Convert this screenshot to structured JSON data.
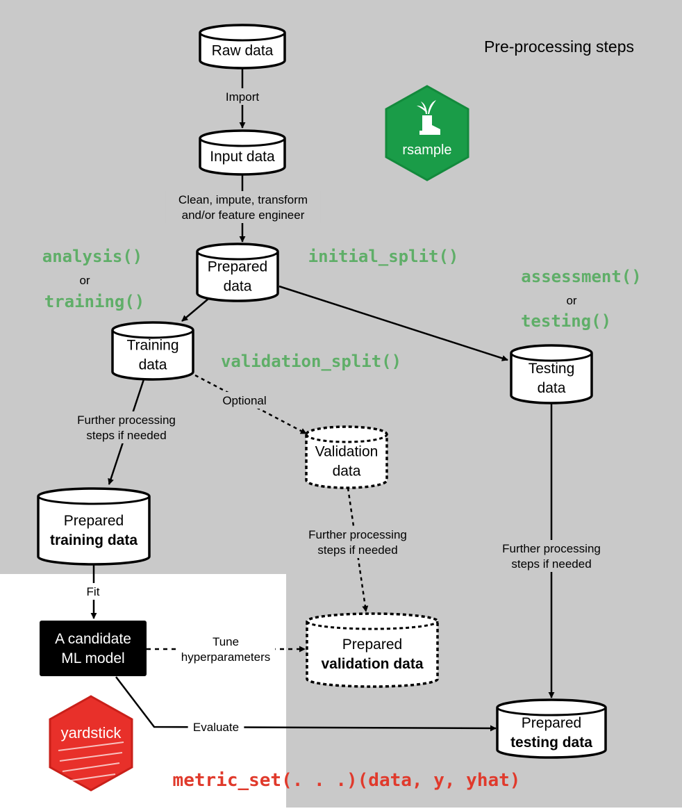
{
  "section_title": "Pre-processing steps",
  "logos": {
    "rsample": {
      "label": "rsample",
      "color": "#1a9c48",
      "icon": "boot-sprout-icon"
    },
    "yardstick": {
      "label": "yardstick",
      "color": "#e8302a",
      "icon": "football-field-icon"
    }
  },
  "nodes": {
    "raw_data": {
      "lines": [
        "Raw data"
      ]
    },
    "input_data": {
      "lines": [
        "Input data"
      ]
    },
    "prepared_data": {
      "lines": [
        "Prepared",
        "data"
      ]
    },
    "training_data": {
      "lines": [
        "Training",
        "data"
      ]
    },
    "testing_data": {
      "lines": [
        "Testing",
        "data"
      ]
    },
    "validation_data": {
      "lines": [
        "Validation",
        "data"
      ]
    },
    "prepared_training": {
      "lines": [
        "Prepared"
      ],
      "bold": "training data"
    },
    "prepared_validation": {
      "lines": [
        "Prepared"
      ],
      "bold": "validation data"
    },
    "prepared_testing": {
      "lines": [
        "Prepared"
      ],
      "bold": "testing data"
    },
    "model": {
      "lines": [
        "A candidate",
        "ML model"
      ]
    }
  },
  "edge_labels": {
    "import": [
      "Import"
    ],
    "clean": [
      "Clean, impute, transform",
      "and/or feature engineer"
    ],
    "optional": [
      "Optional"
    ],
    "further_train": [
      "Further processing",
      "steps if needed"
    ],
    "further_valid": [
      "Further processing",
      "steps if needed"
    ],
    "further_test": [
      "Further processing",
      "steps if needed"
    ],
    "fit": [
      "Fit"
    ],
    "tune": [
      "Tune",
      "hyperparameters"
    ],
    "evaluate": [
      "Evaluate"
    ]
  },
  "functions": {
    "analysis": "analysis()",
    "or_left": "or",
    "training": "training()",
    "initial_split": "initial_split()",
    "assessment": "assessment()",
    "or_right": "or",
    "testing": "testing()",
    "validation_split": "validation_split()",
    "metric_set": "metric_set(. . .)(data, y, yhat)"
  },
  "colors": {
    "panel": "#c9c9c9",
    "function_green": "#5fae68",
    "function_red": "#e03a2c",
    "model_box": "#000000"
  }
}
